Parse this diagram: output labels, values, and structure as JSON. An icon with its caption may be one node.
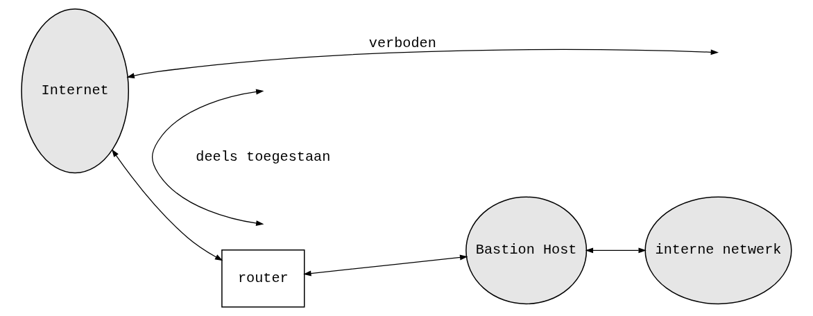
{
  "diagram": {
    "nodes": [
      {
        "text": [
          "Internet"
        ]
      },
      {
        "text": [
          "router"
        ]
      },
      {
        "text": [
          "Bastion Host"
        ]
      },
      {
        "text": [
          "interne netwerk"
        ]
      }
    ],
    "edges": [
      {
        "from": 0,
        "to": null,
        "arrow": "both",
        "label": "verboden"
      },
      {
        "from": 0,
        "to": 1,
        "arrow": "both"
      },
      {
        "from": 1,
        "to": 2,
        "arrow": "both"
      },
      {
        "from": 2,
        "to": 3,
        "arrow": "both"
      }
    ],
    "labels": [
      "deels toegestaan"
    ]
  }
}
